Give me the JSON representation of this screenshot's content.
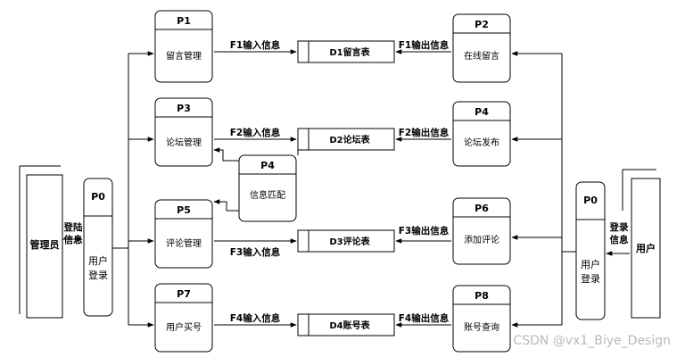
{
  "entities": {
    "admin": "管理员",
    "user": "用户"
  },
  "process_p0_left": {
    "id": "P0",
    "line1": "用户",
    "line2": "登录"
  },
  "process_p0_right": {
    "id": "P0",
    "line1": "用户",
    "line2": "登录"
  },
  "login_left": {
    "line1": "登陆",
    "line2": "信息"
  },
  "login_right": {
    "line1": "登录",
    "line2": "信息"
  },
  "processes": {
    "p1": {
      "id": "P1",
      "name": "留言管理"
    },
    "p3": {
      "id": "P3",
      "name": "论坛管理"
    },
    "p5": {
      "id": "P5",
      "name": "评论管理"
    },
    "p7": {
      "id": "P7",
      "name": "用户买号"
    },
    "p2": {
      "id": "P2",
      "name": "在线留言"
    },
    "p4": {
      "id": "P4",
      "name": "论坛发布"
    },
    "p6": {
      "id": "P6",
      "name": "添加评论"
    },
    "p8": {
      "id": "P8",
      "name": "账号查询"
    },
    "p4_match": {
      "id": "P4",
      "name": "信息匹配"
    }
  },
  "stores": {
    "d1": "D1留言表",
    "d2": "D2论坛表",
    "d3": "D3评论表",
    "d4": "D4账号表"
  },
  "flows": {
    "f1_in": "F1输入信息",
    "f1_out": "F1输出信息",
    "f2_in": "F2输入信息",
    "f2_out": "F2输出信息",
    "f3_in": "F3输入信息",
    "f3_out": "F3输出信息",
    "f4_in": "F4输入信息",
    "f4_out": "F4输出信息"
  },
  "watermark": "CSDN @vx1_Biye_Design"
}
